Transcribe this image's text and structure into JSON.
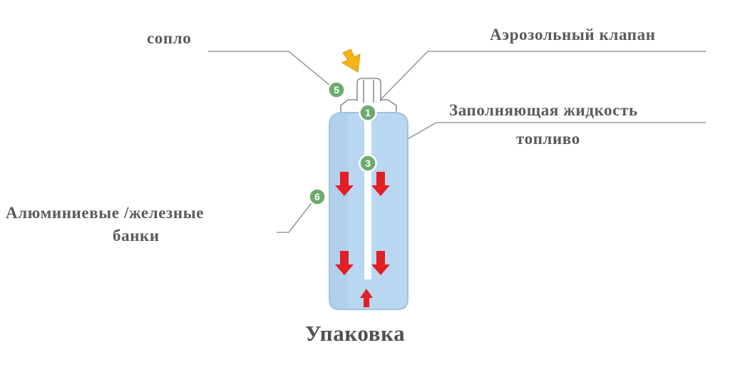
{
  "labels": {
    "nozzle": "сопло",
    "valve": "Аэрозольный клапан",
    "filling_liquid": "Заполняющая жидкость",
    "fuel": "топливо",
    "cans_line1": "Алюминиевые /железные",
    "cans_line2": "банки"
  },
  "markers": {
    "m1": "1",
    "m3": "3",
    "m5": "5",
    "m6": "6"
  },
  "caption": "Упаковка",
  "colors": {
    "can_fill": "#b9d7f0",
    "can_stroke": "#9fc2e0",
    "dip_tube": "#ffffff",
    "marker_fill": "#6cab6c",
    "arrow_red": "#e31e24",
    "arrow_yellow": "#f5b319",
    "leader_line": "#9a9a9a",
    "label_text": "#5a5a5a"
  }
}
